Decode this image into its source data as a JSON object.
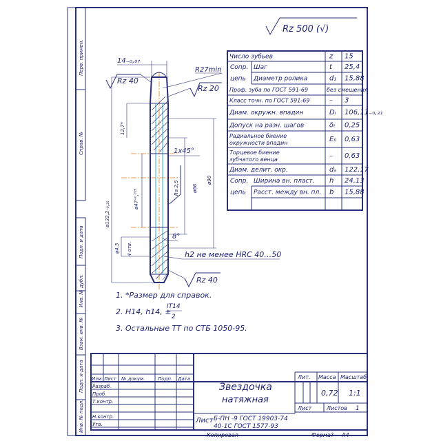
{
  "roughness_main": "Rz 500 (√)",
  "side_strip": [
    {
      "id": "perv",
      "label": "Перв. примен."
    },
    {
      "id": "sprav",
      "label": "Справ. №"
    },
    {
      "id": "podp1",
      "label": "Подп. и дата"
    },
    {
      "id": "inv_dubl",
      "label": "Инв. № дубл."
    },
    {
      "id": "vzam",
      "label": "Взам. инв. №"
    },
    {
      "id": "podp2",
      "label": "Подп. и дата"
    },
    {
      "id": "inv_podl",
      "label": "Инв. № подл."
    }
  ],
  "params": [
    {
      "name": "Число зубьев",
      "sym": "z",
      "val": "15"
    },
    {
      "group": "Сопр.",
      "name": "Шаг",
      "sym": "t",
      "val": "25,4"
    },
    {
      "group": "цепь",
      "name": "Диаметр ролика",
      "sym": "d₁",
      "val": "15,88"
    },
    {
      "name": "Проф. зуба по ГОСТ 591-69",
      "sym": "",
      "val": "без смещения"
    },
    {
      "name": "Класс точн. по ГОСТ 591-69",
      "sym": "–",
      "val": "3"
    },
    {
      "name": "Диам. окружн. впадин",
      "sym": "Dᵢ",
      "val": "106,11₋₀,₂₁"
    },
    {
      "name": "Допуск на разн. шагов",
      "sym": "δₜ",
      "val": "0,25"
    },
    {
      "name": "Радиальное биение окружности впадин",
      "sym": "E₀",
      "val": "0,63"
    },
    {
      "name": "Торцевое биение зубчатого венца",
      "sym": "–",
      "val": "0,63"
    },
    {
      "name": "Диам. делит. окр.",
      "sym": "dₐ",
      "val": "122,17"
    },
    {
      "group": "Сопр.",
      "name": "Ширина вн. пласт.",
      "sym": "h",
      "val": "24,13"
    },
    {
      "group": "цепь",
      "name": "Расст. между вн. пл.",
      "sym": "b",
      "val": "15,88"
    }
  ],
  "dims": {
    "width_top": "14₋₀,₀₇",
    "rz40_top": "Rz 40",
    "r27": "R27min",
    "rz20": "Rz 20",
    "d1322": "ø132,2₋₀,₂₅",
    "d127": "12,7*",
    "chamfer": "1x45°",
    "d47": "ø47⁺⁰,⁰²⁵",
    "ra25": "Ra 2,5",
    "d66": "ø66",
    "d90": "ø90",
    "angle8": "8°",
    "d45": "ø4,5",
    "holes4": "4 отв.",
    "hardness": "h2 не менее HRC 40…50",
    "rz40_bot": "Rz 40"
  },
  "notes": [
    "1. *Размер для справок.",
    "2. H14, h14, ±",
    "3. Остальные ТТ по СТБ 1050-95."
  ],
  "note_fraction": {
    "num": "IT14",
    "den": "2"
  },
  "title_block": {
    "part_name_1": "Звездочка",
    "part_name_2": "натяжная",
    "sheet_label": "Лист",
    "standard_1": "Б-ПН -9 ГОСТ 19903-74",
    "standard_2": "40-1С ГОСТ 1577-93",
    "col_headers": [
      "Изм.",
      "Лист",
      "№ докум.",
      "Подп.",
      "Дата"
    ],
    "rows": [
      "Разраб.",
      "Проб.",
      "Т.контр.",
      "",
      "Н.контр.",
      "Утв."
    ],
    "lit": "Лит.",
    "mass": "Масса",
    "scale": "Масштаб",
    "mass_val": "0,72",
    "scale_val": "1:1",
    "sheet": "Лист",
    "sheets": "Листов",
    "sheets_val": "1",
    "copied": "Копировал",
    "format": "Формат",
    "format_val": "А4"
  }
}
